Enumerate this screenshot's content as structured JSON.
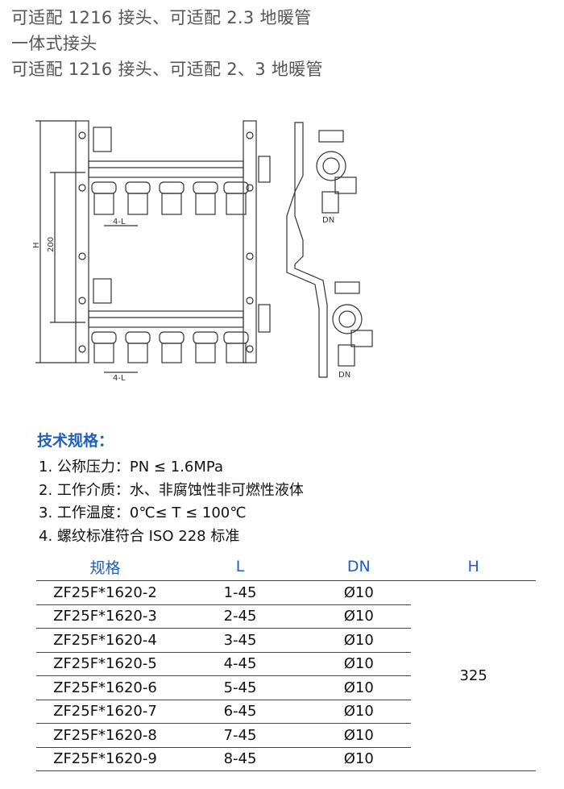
{
  "intro": {
    "line1": "可适配 1216 接头、可适配 2.3 地暖管",
    "line2": "一体式接头",
    "line3": "可适配 1216 接头、可适配 2、3 地暖管"
  },
  "drawing": {
    "label_h": "H",
    "label_200": "200",
    "label_4l_top": "4-L",
    "label_4l_bottom": "4-L",
    "label_dn_top": "DN",
    "label_dn_bottom": "DN"
  },
  "section_title": "技术规格：",
  "specs": [
    "1. 公称压力：PN ≤ 1.6MPa",
    "2. 工作介质：水、非腐蚀性非可燃性液体",
    "3. 工作温度：0℃≤ T ≤ 100℃",
    "4. 螺纹标准符合 ISO 228 标准"
  ],
  "table": {
    "headers": [
      "规格",
      "L",
      "DN",
      "H"
    ],
    "h_value": "325",
    "rows": [
      {
        "model": "ZF25F*1620-2",
        "l": "1-45",
        "dn": "Ø10"
      },
      {
        "model": "ZF25F*1620-3",
        "l": "2-45",
        "dn": "Ø10"
      },
      {
        "model": "ZF25F*1620-4",
        "l": "3-45",
        "dn": "Ø10"
      },
      {
        "model": "ZF25F*1620-5",
        "l": "4-45",
        "dn": "Ø10"
      },
      {
        "model": "ZF25F*1620-6",
        "l": "5-45",
        "dn": "Ø10"
      },
      {
        "model": "ZF25F*1620-7",
        "l": "6-45",
        "dn": "Ø10"
      },
      {
        "model": "ZF25F*1620-8",
        "l": "7-45",
        "dn": "Ø10"
      },
      {
        "model": "ZF25F*1620-9",
        "l": "8-45",
        "dn": "Ø10"
      }
    ]
  },
  "colors": {
    "accent": "#1f5fbf"
  }
}
